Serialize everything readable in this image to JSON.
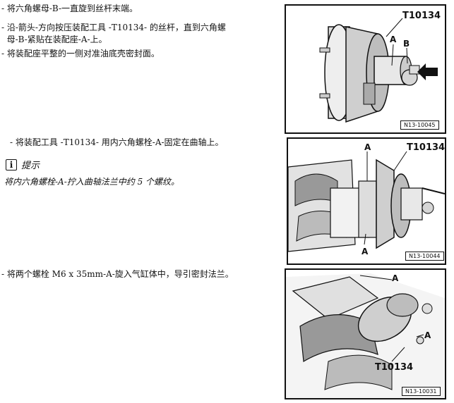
{
  "steps": {
    "s1": "- 将六角螺母-B-一直旋到丝杆末端。",
    "s2_line1": "- 沿-箭头-方向按压装配工具 -T10134- 的丝杆，直到六角螺",
    "s2_line2": "  母-B-紧贴在装配座-A-上。",
    "s3": "- 将装配座平整的一侧对准油底壳密封面。",
    "s4": "- 将装配工具 -T10134- 用内六角螺栓-A-固定在曲轴上。",
    "s5": "- 将两个螺栓 M6 x 35mm-A-旋入气缸体中，导引密封法兰。"
  },
  "note": {
    "icon": "i",
    "title": "提示",
    "body": "将内六角螺栓-A-拧入曲轴法兰中约 5 个螺纹。"
  },
  "figures": {
    "fig1": {
      "tool": "T10134",
      "label_a": "A",
      "label_b": "B",
      "code": "N13-10045"
    },
    "fig2": {
      "tool": "T10134",
      "label_a_top": "A",
      "label_a_bottom": "A",
      "code": "N13-10044"
    },
    "fig3": {
      "tool": "T10134",
      "label_a_top": "A",
      "label_a_bottom": "A",
      "code": "N13-10031"
    }
  }
}
